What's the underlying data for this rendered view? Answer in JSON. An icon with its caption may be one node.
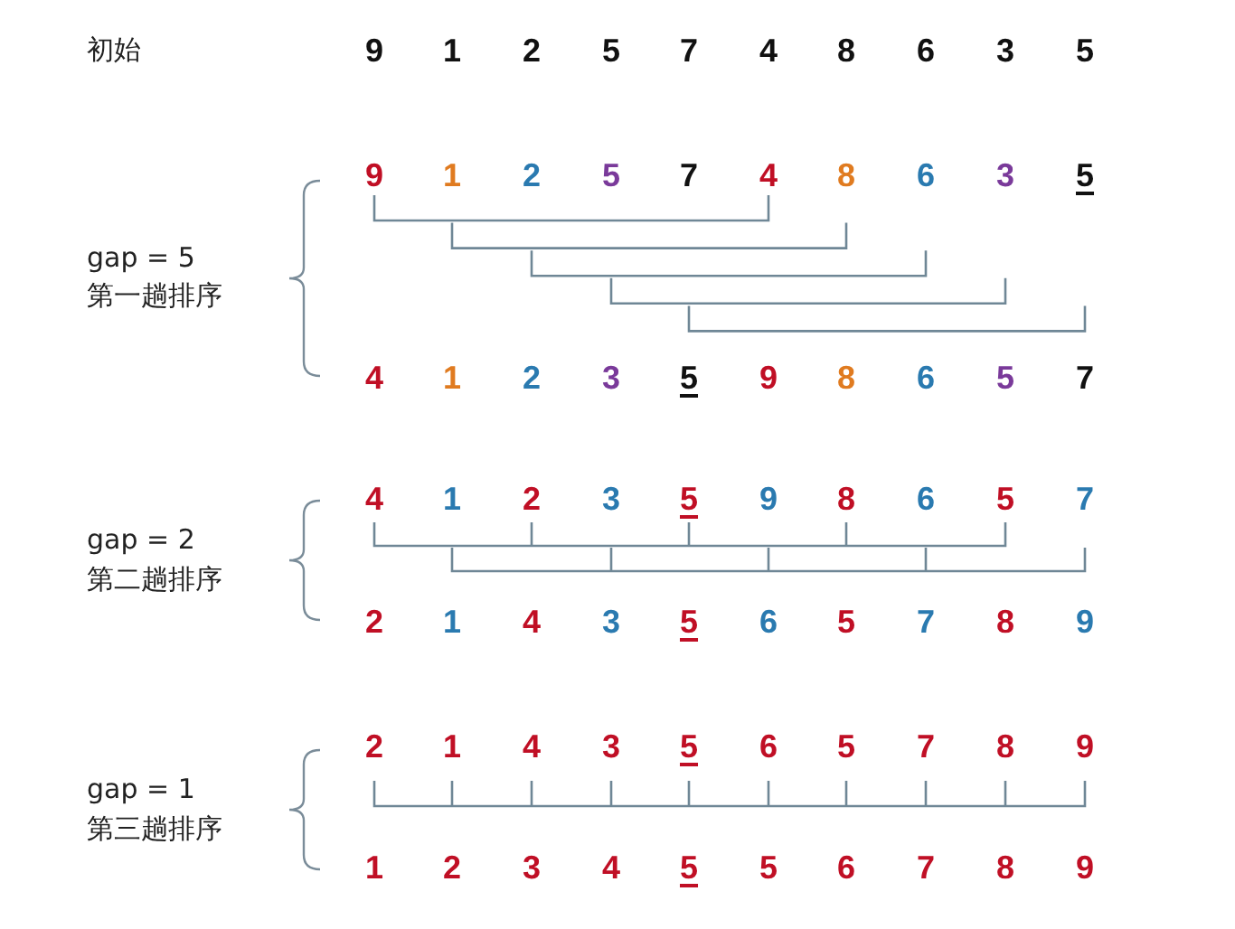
{
  "diagram": {
    "labels": [
      "初始",
      "9",
      "1",
      "2",
      "5",
      "7",
      "4",
      "8",
      "6",
      "3",
      "5",
      "9",
      "1",
      "2",
      "5",
      "7",
      "4",
      "8",
      "6",
      "3",
      "5",
      "gap = 5",
      "第一趟排序",
      "4",
      "1",
      "2",
      "3",
      "5",
      "9",
      "8",
      "6",
      "5",
      "7",
      "4",
      "1",
      "2",
      "3",
      "5",
      "9",
      "8",
      "6",
      "5",
      "7",
      "gap = 2",
      "第二趟排序",
      "2",
      "1",
      "4",
      "3",
      "5",
      "6",
      "5",
      "7",
      "8",
      "9",
      "2",
      "1",
      "4",
      "3",
      "5",
      "6",
      "5",
      "7",
      "8",
      "9",
      "gap = 1",
      "第三趟排序",
      "1",
      "2",
      "3",
      "4",
      "5",
      "5",
      "6",
      "7",
      "8",
      "9"
    ]
  }
}
